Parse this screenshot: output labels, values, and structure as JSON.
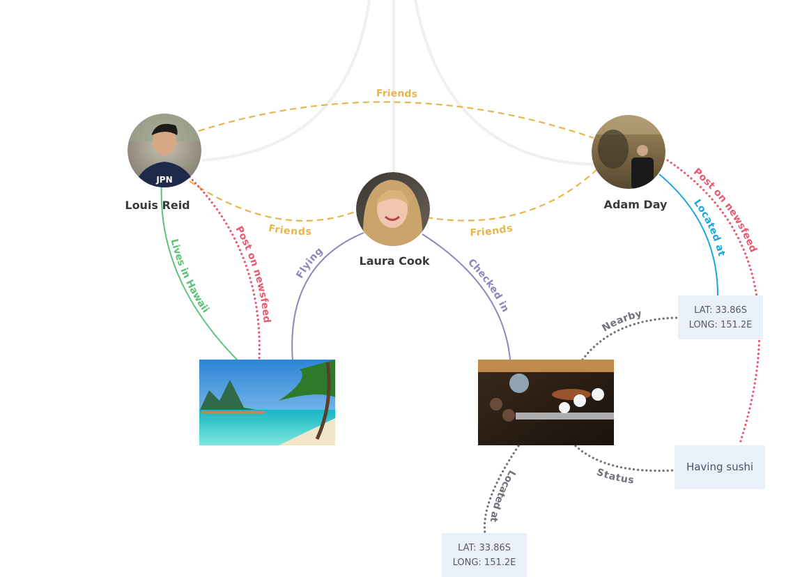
{
  "people": {
    "louis": {
      "name": "Louis Reid"
    },
    "laura": {
      "name": "Laura Cook"
    },
    "adam": {
      "name": "Adam Day"
    }
  },
  "edges": {
    "friends_top": "Friends",
    "friends_left": "Friends",
    "friends_right": "Friends",
    "lives_in_hawaii": "Lives in Hawaii",
    "post_louis": "Post on newsfeed",
    "flying": "Flying",
    "checked_in": "Checked in",
    "located_at_adam": "Located at",
    "post_adam": "Post on newsfeed",
    "nearby": "Nearby",
    "status": "Status",
    "located_at_restaurant": "Located at"
  },
  "locations": {
    "top_right": {
      "lat": "LAT: 33.86S",
      "long": "LONG: 151.2E"
    },
    "bottom": {
      "lat": "LAT: 33.86S",
      "long": "LONG: 151.2E"
    }
  },
  "status_box": {
    "text": "Having sushi"
  },
  "colors": {
    "friends": "#e9b449",
    "post": "#e8596f",
    "lives": "#5bc378",
    "flying": "#8f84bc",
    "located_blue": "#19a6e0",
    "dotted_gray": "#6f7079",
    "background_curve": "#f2f2f2",
    "location_box": "#e9f0fa"
  },
  "images": {
    "louis": "avatar-louis",
    "laura": "avatar-laura",
    "adam": "avatar-adam",
    "beach": "beach-photo",
    "restaurant": "sushi-restaurant-photo"
  }
}
